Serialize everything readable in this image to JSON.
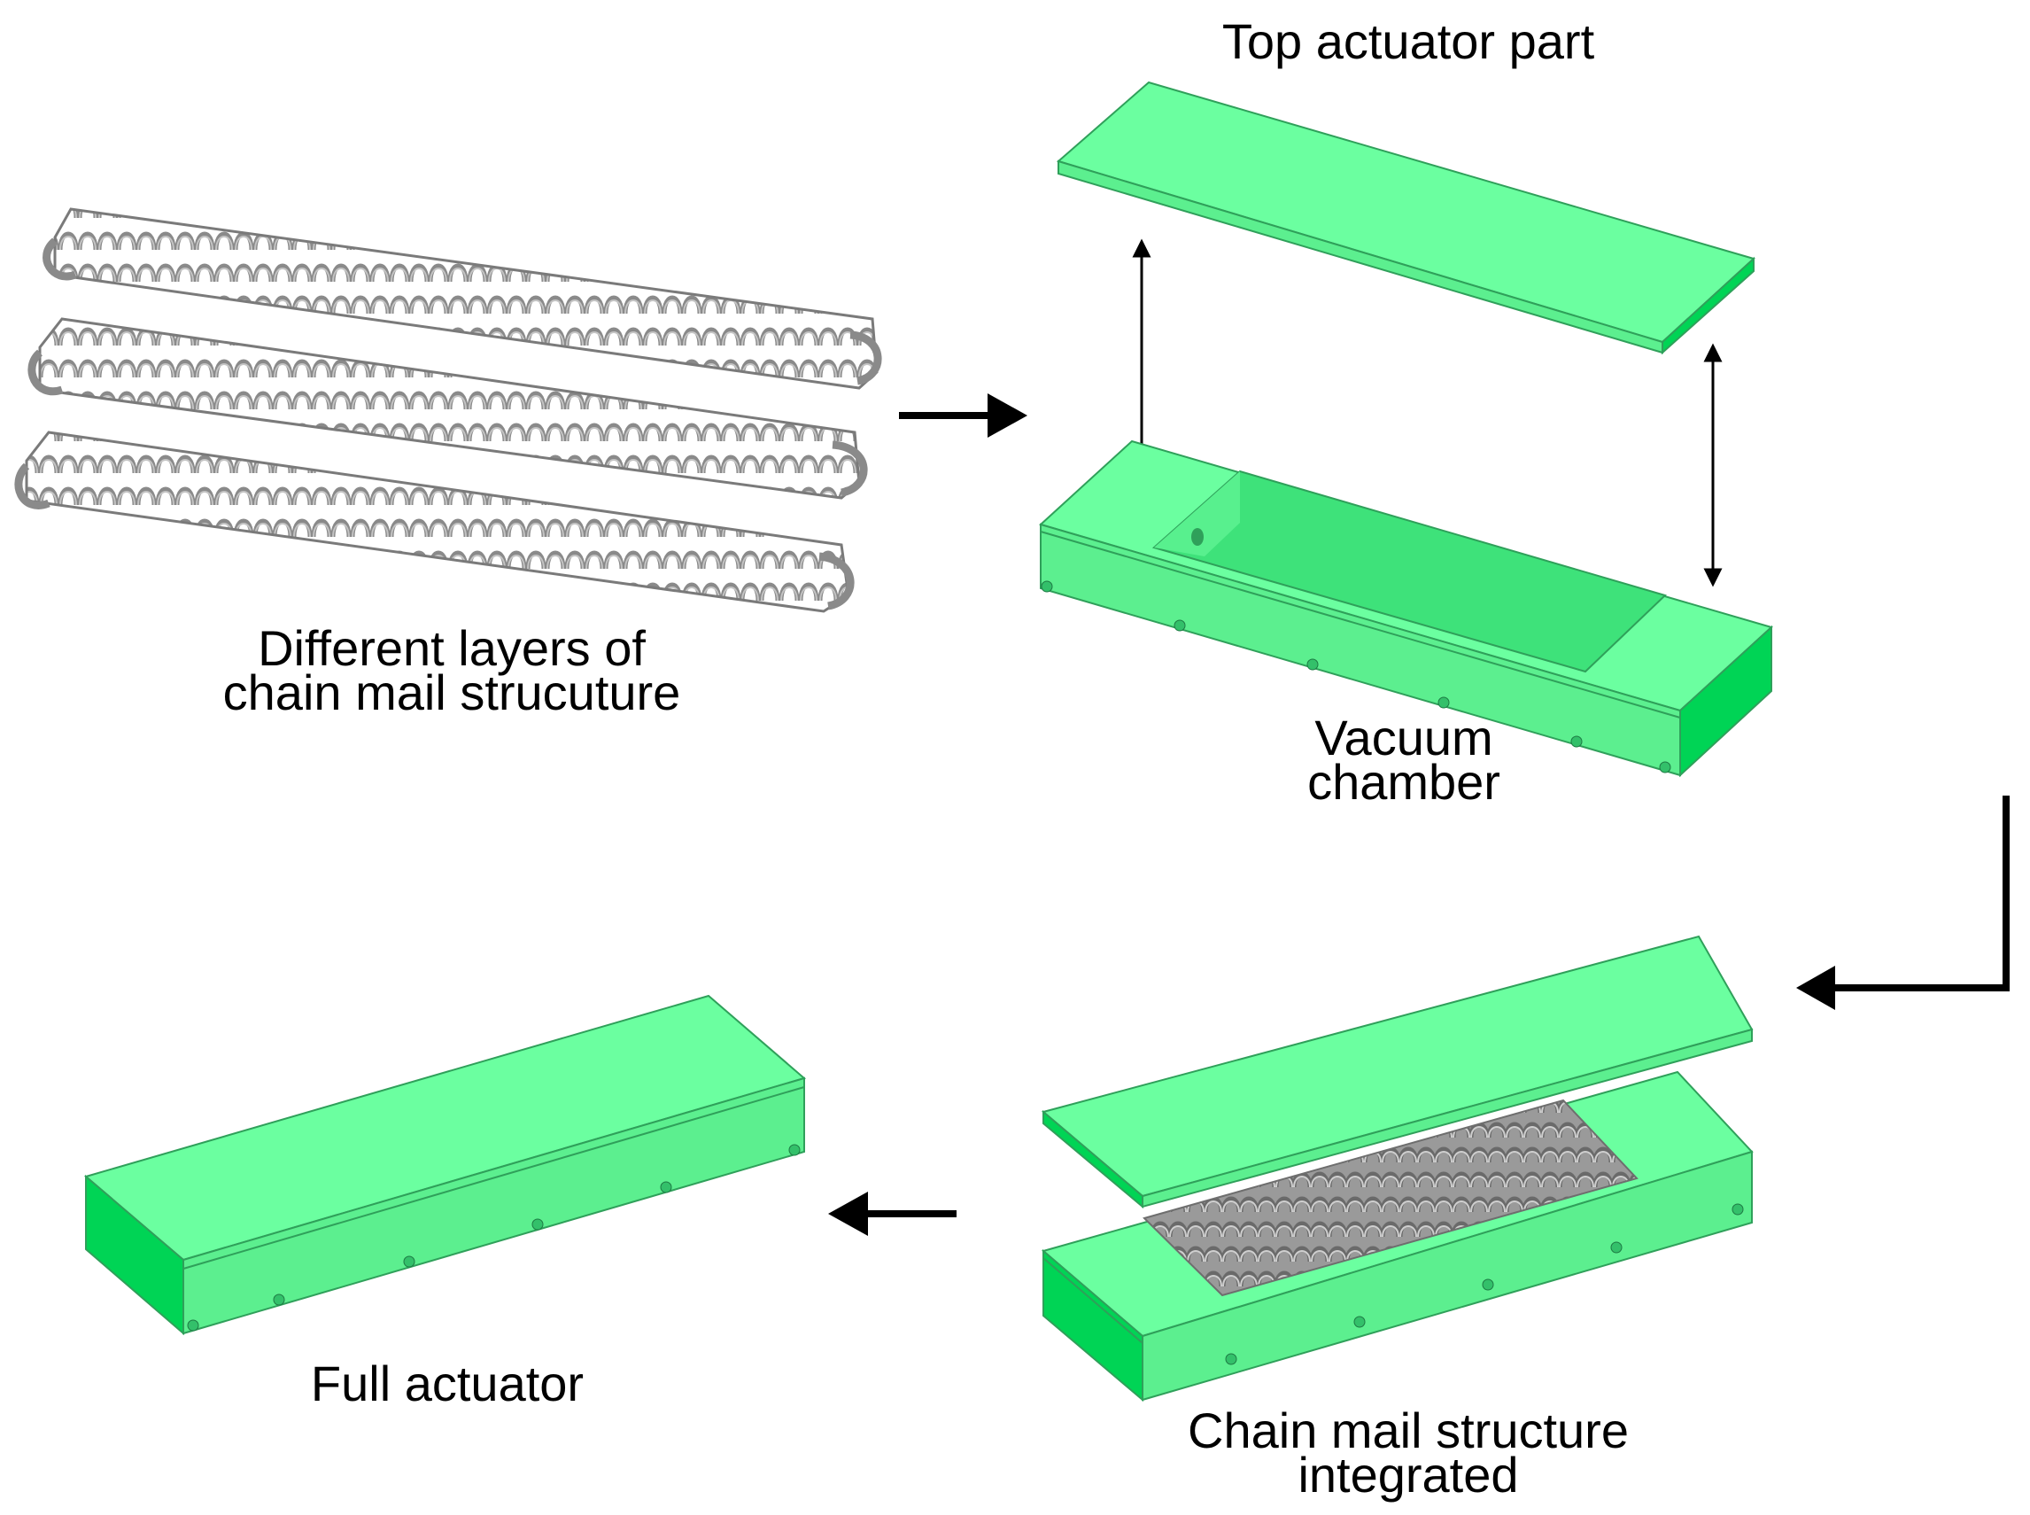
{
  "labels": {
    "chain_layers": [
      "Different layers of",
      "chain mail strucuture"
    ],
    "top_part": "Top actuator part",
    "vacuum_chamber": [
      "Vacuum",
      "chamber"
    ],
    "chain_integrated": [
      "Chain mail structure",
      "integrated"
    ],
    "full_actuator": "Full actuator"
  },
  "colors": {
    "actuator_top": "#6BFFA0",
    "actuator_side_front": "#5CEF8F",
    "actuator_side_dark": "#00D455",
    "actuator_edge": "#2FA05A",
    "chain_link": "#A8A8A8",
    "chain_shadow": "#6E6E6E",
    "arrow": "#000000"
  }
}
